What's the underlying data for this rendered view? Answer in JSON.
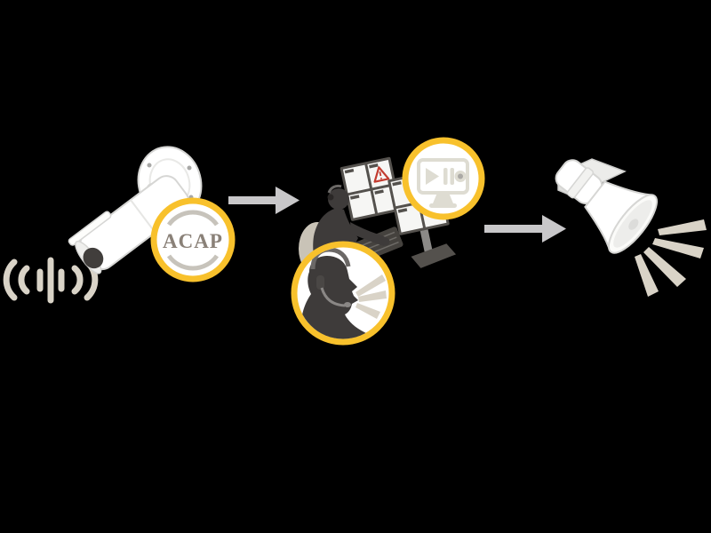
{
  "colors": {
    "background": "#000000",
    "accent_yellow": "#F8C12C",
    "beige": "#D9D3C7",
    "silhouette": "#3E3B3A",
    "arrow_gray": "#C8C7C9",
    "alert_red": "#C23B2F",
    "device_white": "#FFFFFF",
    "device_outline": "#D6D6D4",
    "acap_text": "#8A8178",
    "acap_arcs": "#C7C3BB",
    "monitor_frame": "#54514D",
    "headset_gray": "#6B6866",
    "chair_beige": "#C9C3B7"
  },
  "badges": {
    "acap": {
      "label": "ACAP"
    },
    "playback": {
      "icons": [
        "play-icon",
        "pause-icon",
        "record-icon"
      ]
    },
    "speaking_operator": {
      "icon": "speaking-person-with-headset",
      "speech_rays": 3
    }
  },
  "flow_steps": [
    {
      "id": "incoming-audio",
      "icon": "sound-waves-icon"
    },
    {
      "id": "network-camera",
      "icon": "bullet-camera-icon",
      "badge": "ACAP"
    },
    {
      "id": "camera-to-operator",
      "icon": "right-arrow-icon"
    },
    {
      "id": "operator-workstation",
      "icon": "operator-at-monitors-icon",
      "monitors": 2,
      "views_per_monitor": 4,
      "alert_icon": "warning-triangle-icon"
    },
    {
      "id": "playback-controls-badge",
      "icon": "monitor-play-pause-record-icon"
    },
    {
      "id": "operator-speaking-badge",
      "icon": "speaking-person-headset-icon"
    },
    {
      "id": "operator-to-speaker",
      "icon": "right-arrow-icon"
    },
    {
      "id": "horn-speaker",
      "icon": "horn-loudspeaker-icon",
      "sound_rays": 4
    }
  ]
}
